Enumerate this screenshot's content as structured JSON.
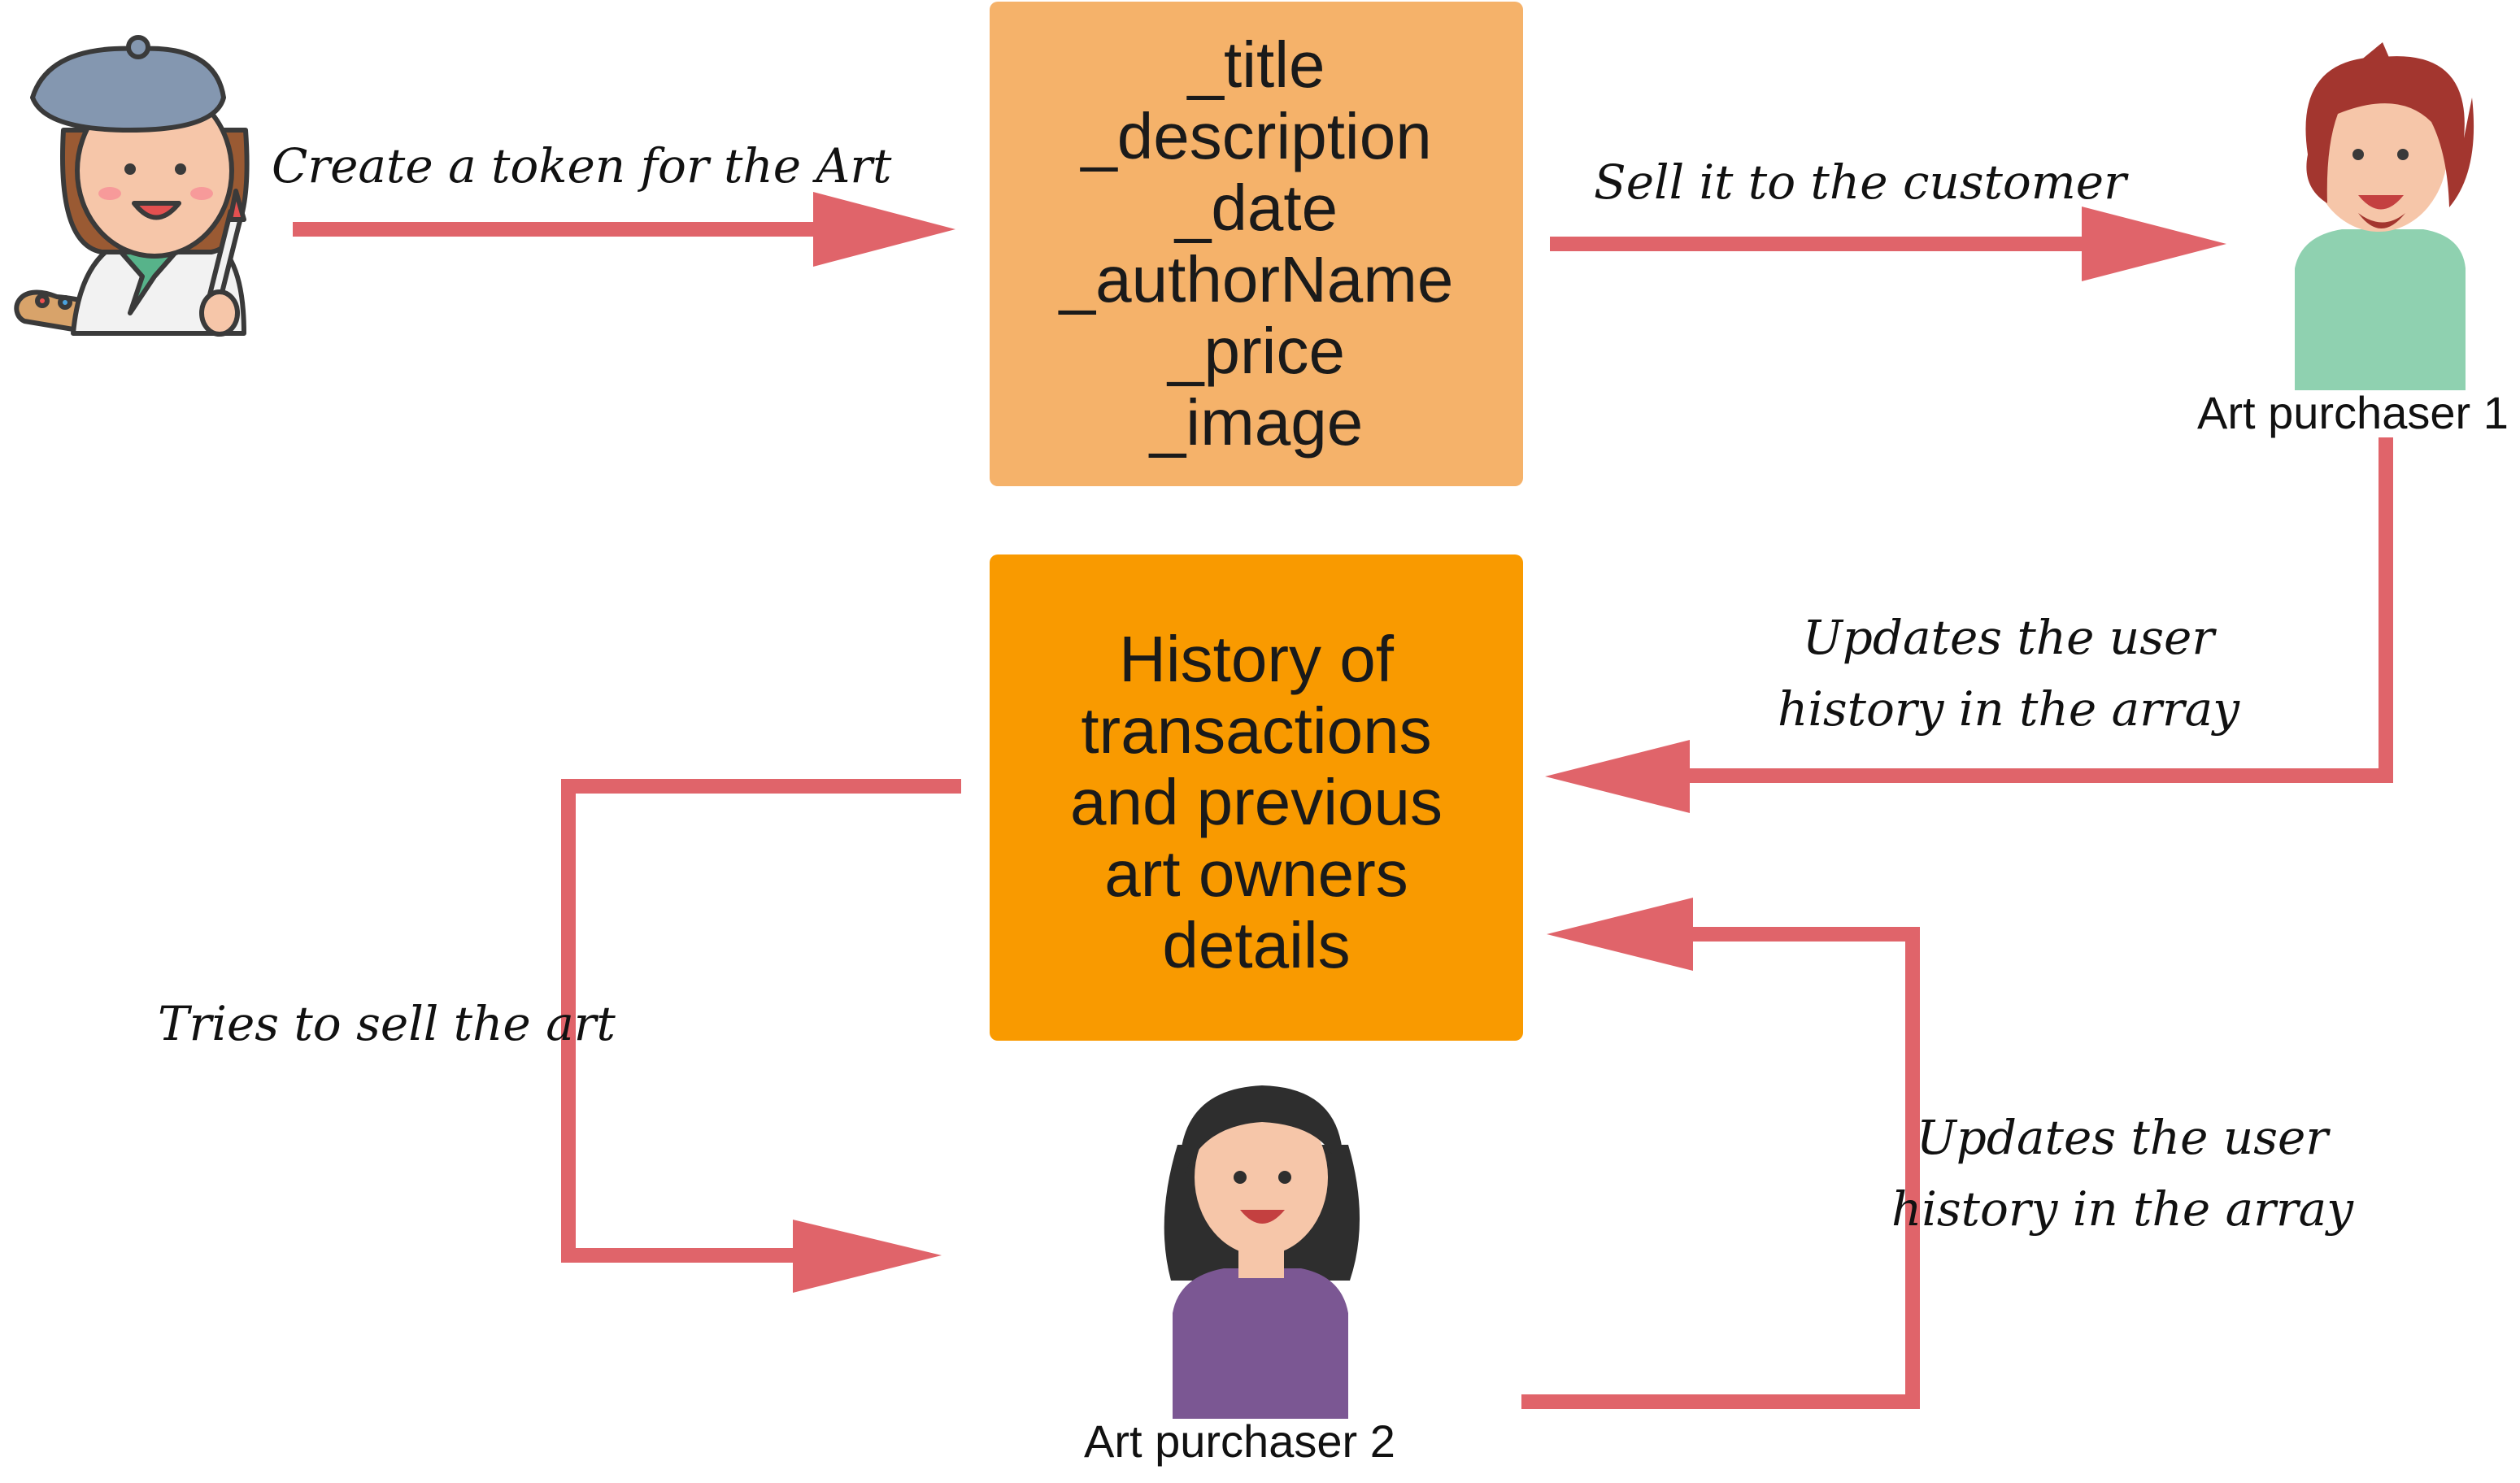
{
  "token_box": {
    "fields": [
      "_title",
      "_description",
      "_date",
      "_authorName",
      "_price",
      "_image"
    ]
  },
  "history_box": {
    "lines": [
      "History of",
      "transactions",
      "and previous",
      "art owners",
      "details"
    ]
  },
  "edges": {
    "create_token": "Create a token for the Art",
    "sell_to_customer": "Sell it to the customer",
    "updates_history_1": [
      "Updates the user",
      "history in the array"
    ],
    "tries_to_sell": "Tries to sell the art",
    "updates_history_2": [
      "Updates the user",
      "history in the array"
    ]
  },
  "actors": {
    "artist": {
      "icon": "artist-icon"
    },
    "purchaser_1": {
      "label": "Art purchaser 1",
      "icon": "man-avatar-icon"
    },
    "purchaser_2": {
      "label": "Art purchaser 2",
      "icon": "woman-avatar-icon"
    }
  },
  "colors": {
    "arrow": "#e0646a",
    "token_box": "#f5b26a",
    "history_box": "#f99a00"
  }
}
